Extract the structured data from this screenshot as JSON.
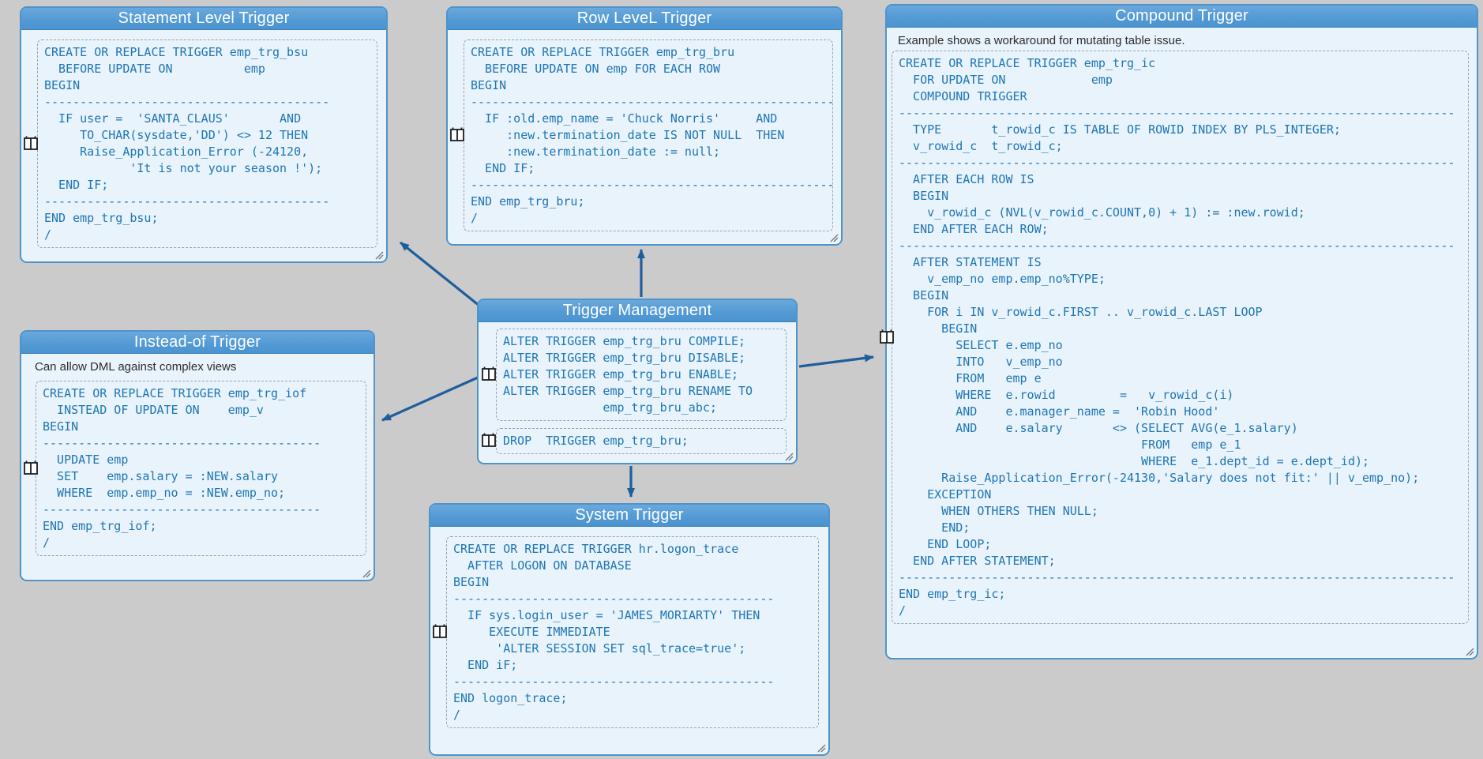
{
  "colors": {
    "canvas_bg": "#cbcbcb",
    "header_blue": "#549bd5",
    "panel_border_blue": "#4e94cb",
    "panel_bg": "#e9f3fc",
    "code_text_blue": "#1e76b4",
    "arrow_blue": "#1f5e9d"
  },
  "icons": {
    "book": "open-book-icon",
    "resize": "resize-handle-icon"
  },
  "panels": {
    "statement": {
      "title": "Statement Level Trigger",
      "code": "CREATE OR REPLACE TRIGGER emp_trg_bsu\n  BEFORE UPDATE ON          emp\nBEGIN\n----------------------------------------\n  IF user =  'SANTA_CLAUS'       AND\n     TO_CHAR(sysdate,'DD') <> 12 THEN\n     Raise_Application_Error (-24120,\n            'It is not your season !');\n  END IF;\n----------------------------------------\nEND emp_trg_bsu;\n/"
    },
    "row": {
      "title": "Row LeveL Trigger",
      "code": "CREATE OR REPLACE TRIGGER emp_trg_bru\n  BEFORE UPDATE ON emp FOR EACH ROW\nBEGIN\n---------------------------------------------------\n  IF :old.emp_name = 'Chuck Norris'     AND\n     :new.termination_date IS NOT NULL  THEN\n     :new.termination_date := null;\n  END IF;\n---------------------------------------------------\nEND emp_trg_bru;\n/"
    },
    "compound": {
      "title": "Compound Trigger",
      "subtitle": "Example shows a workaround for mutating table issue.",
      "code": "CREATE OR REPLACE TRIGGER emp_trg_ic\n  FOR UPDATE ON            emp\n  COMPOUND TRIGGER\n------------------------------------------------------------------------------\n  TYPE       t_rowid_c IS TABLE OF ROWID INDEX BY PLS_INTEGER;\n  v_rowid_c  t_rowid_c;\n------------------------------------------------------------------------------\n  AFTER EACH ROW IS\n  BEGIN\n    v_rowid_c (NVL(v_rowid_c.COUNT,0) + 1) := :new.rowid;\n  END AFTER EACH ROW;\n------------------------------------------------------------------------------\n  AFTER STATEMENT IS\n    v_emp_no emp.emp_no%TYPE;\n  BEGIN\n    FOR i IN v_rowid_c.FIRST .. v_rowid_c.LAST LOOP\n      BEGIN\n        SELECT e.emp_no\n        INTO   v_emp_no\n        FROM   emp e\n        WHERE  e.rowid         =   v_rowid_c(i)\n        AND    e.manager_name =  'Robin Hood'\n        AND    e.salary       <> (SELECT AVG(e_1.salary)\n                                  FROM   emp e_1\n                                  WHERE  e_1.dept_id = e.dept_id);\n      Raise_Application_Error(-24130,'Salary does not fit:' || v_emp_no);\n    EXCEPTION\n      WHEN OTHERS THEN NULL;\n      END;\n    END LOOP;\n  END AFTER STATEMENT;\n------------------------------------------------------------------------------\nEND emp_trg_ic;\n/"
    },
    "insteadof": {
      "title": "Instead-of Trigger",
      "subtitle": "Can allow DML against complex views",
      "code": "CREATE OR REPLACE TRIGGER emp_trg_iof\n  INSTEAD OF UPDATE ON    emp_v\nBEGIN\n---------------------------------------\n  UPDATE emp\n  SET    emp.salary = :NEW.salary\n  WHERE  emp.emp_no = :NEW.emp_no;\n---------------------------------------\nEND emp_trg_iof;\n/"
    },
    "management": {
      "title": "Trigger Management",
      "alter_code": "ALTER TRIGGER emp_trg_bru COMPILE;\nALTER TRIGGER emp_trg_bru DISABLE;\nALTER TRIGGER emp_trg_bru ENABLE;\nALTER TRIGGER emp_trg_bru RENAME TO\n              emp_trg_bru_abc;",
      "drop_code": "DROP  TRIGGER emp_trg_bru;"
    },
    "system": {
      "title": "System Trigger",
      "code": "CREATE OR REPLACE TRIGGER hr.logon_trace\n  AFTER LOGON ON DATABASE\nBEGIN\n---------------------------------------------\n  IF sys.login_user = 'JAMES_MORIARTY' THEN\n     EXECUTE IMMEDIATE\n      'ALTER SESSION SET sql_trace=true';\n  END iF;\n---------------------------------------------\nEND logon_trace;\n/"
    }
  }
}
